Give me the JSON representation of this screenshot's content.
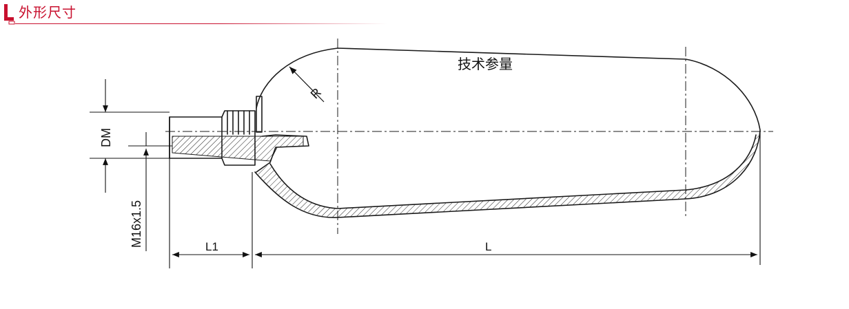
{
  "header": {
    "title": "外形尺寸"
  },
  "diagram": {
    "center_label": "技术参量",
    "labels": {
      "radius": "R",
      "diameter": "DM",
      "thread": "M16x1.5",
      "l1": "L1",
      "l": "L"
    }
  },
  "colors": {
    "accent": "#c8102e",
    "line": "#1a1a1a"
  }
}
